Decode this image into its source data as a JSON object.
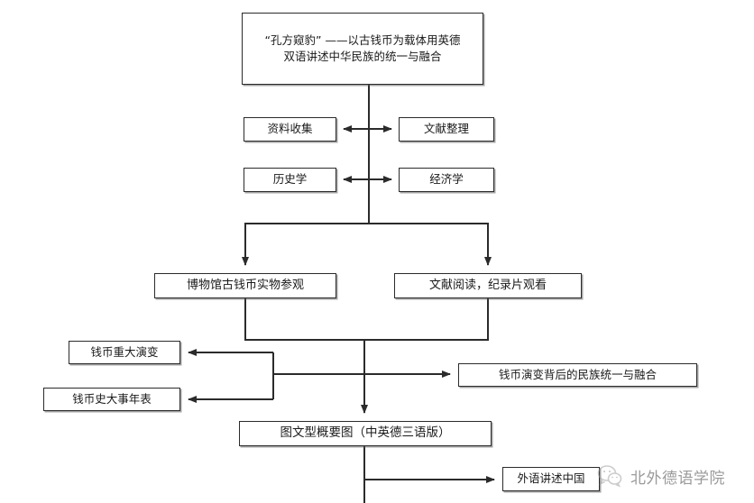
{
  "diagram": {
    "title_node": {
      "id": "title",
      "label": "“孔方窥豹”  ——以古钱币为载体用英德\n双语讲述中华民族的统一与融合"
    },
    "nodes": [
      {
        "id": "collect",
        "label": "资料收集"
      },
      {
        "id": "literature",
        "label": "文献整理"
      },
      {
        "id": "history",
        "label": "历史学"
      },
      {
        "id": "economics",
        "label": "经济学"
      },
      {
        "id": "museum",
        "label": "博物馆古钱币实物参观"
      },
      {
        "id": "reading",
        "label": "文献阅读，纪录片观看"
      },
      {
        "id": "evolution",
        "label": "钱币重大演变"
      },
      {
        "id": "timeline",
        "label": "钱币史大事年表"
      },
      {
        "id": "unity",
        "label": "钱币演变背后的民族统一与融合"
      },
      {
        "id": "summary",
        "label": "图文型概要图（中英德三语版）"
      },
      {
        "id": "foreign",
        "label": "外语讲述中国"
      }
    ],
    "edges": [
      {
        "from": "title",
        "to": "collect",
        "type": "arrow-left"
      },
      {
        "from": "title",
        "to": "literature",
        "type": "arrow-right"
      },
      {
        "from": "title",
        "to": "history",
        "type": "arrow-left"
      },
      {
        "from": "title",
        "to": "economics",
        "type": "arrow-right"
      },
      {
        "from": "title",
        "to": "museum",
        "type": "split-down"
      },
      {
        "from": "title",
        "to": "reading",
        "type": "split-down"
      },
      {
        "from": "museum",
        "to": "evolution",
        "type": "bracket-left"
      },
      {
        "from": "museum",
        "to": "timeline",
        "type": "bracket-left"
      },
      {
        "from": "reading",
        "to": "unity",
        "type": "arrow-right"
      },
      {
        "from": "museum",
        "to": "summary",
        "type": "merge-down"
      },
      {
        "from": "summary",
        "to": "foreign",
        "type": "arrow-right"
      }
    ],
    "colors": {
      "line": "#2b2b2b",
      "node_border": "#2b2b2b",
      "node_fill": "#ffffff",
      "node_shadow": "#5a5a5a",
      "text": "#1a1a1a",
      "watermark": "#9a9a9a"
    }
  },
  "watermark": {
    "text": "北外德语学院",
    "logo_icon": "wechat-logo-icon"
  }
}
